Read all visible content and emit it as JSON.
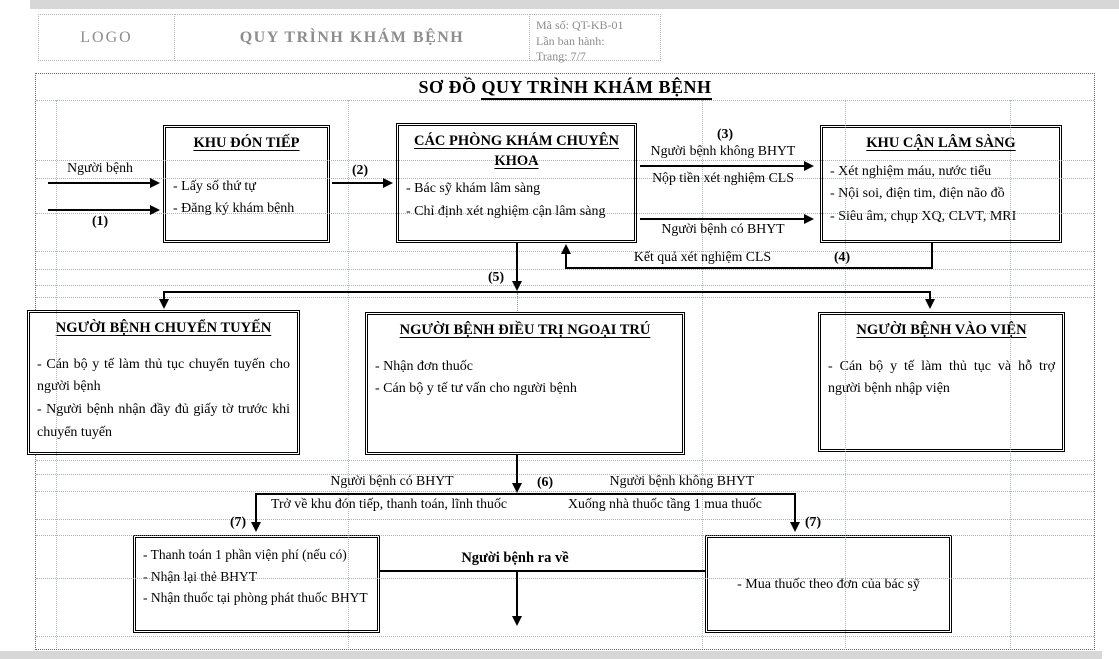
{
  "header": {
    "logo": "LOGO",
    "doc_title": "QUY TRÌNH KHÁM BỆNH",
    "code": "Mã số: QT-KB-01",
    "issue": "Lần ban hành:",
    "page": "Trang: 7/7"
  },
  "diagram": {
    "title": {
      "prefix": "SƠ ĐỒ ",
      "underlined": "QUY TRÌNH KHÁM BỆNH"
    },
    "boxes": {
      "reception": {
        "title": "KHU ĐÓN TIẾP",
        "items": [
          "- Lấy số thứ tự",
          "- Đăng ký khám bệnh"
        ]
      },
      "clinics": {
        "title": "CÁC PHÒNG KHÁM CHUYÊN KHOA",
        "items": [
          "- Bác sỹ khám lâm sàng",
          "- Chỉ định xét nghiệm cận lâm sàng"
        ]
      },
      "paraclinical": {
        "title": "KHU CẬN LÂM SÀNG",
        "items": [
          "- Xét nghiệm máu, nước tiểu",
          "- Nội soi, điện tim, điện não đồ",
          "- Siêu âm, chụp XQ, CLVT, MRI"
        ]
      },
      "transfer": {
        "title": "NGƯỜI BỆNH CHUYỂN TUYẾN",
        "items": [
          "- Cán bộ y tế làm thủ tục chuyển tuyến cho người bệnh",
          "- Người bệnh nhận đầy đủ giấy tờ trước khi chuyển tuyến"
        ]
      },
      "outpatient": {
        "title": "NGƯỜI BỆNH ĐIỀU TRỊ NGOẠI TRÚ",
        "items": [
          "- Nhận đơn thuốc",
          "- Cán bộ y tế tư vấn cho người bệnh"
        ]
      },
      "inpatient": {
        "title": "NGƯỜI BỆNH VÀO VIỆN",
        "items": [
          "- Cán bộ y tế làm thủ tục và hỗ trợ người bệnh nhập viện"
        ]
      },
      "bhyt_settlement": {
        "items": [
          "- Thanh toán 1 phần viện phí (nếu có)",
          "- Nhận lại thẻ BHYT",
          "- Nhận thuốc tại phòng phát thuốc BHYT"
        ]
      },
      "pharmacy": {
        "items": [
          "- Mua thuốc theo đơn của bác sỹ"
        ]
      }
    },
    "labels": {
      "patient": "Người bệnh",
      "step1": "(1)",
      "step2": "(2)",
      "step3": "(3)",
      "step4": "(4)",
      "step5": "(5)",
      "step6": "(6)",
      "step7_left": "(7)",
      "step7_right": "(7)",
      "no_bhyt_top": "Người bệnh không BHYT",
      "pay_cls": "Nộp tiền xét nghiệm CLS",
      "has_bhyt_top": "Người bệnh có BHYT",
      "cls_result": "Kết quả xét nghiệm CLS",
      "has_bhyt_bottom": "Người bệnh có BHYT",
      "no_bhyt_bottom": "Người bệnh không BHYT",
      "return_reception": "Trở về khu đón tiếp, thanh toán, lĩnh thuốc",
      "go_pharmacy": "Xuống nhà thuốc tầng 1 mua thuốc",
      "go_home": "Người bệnh ra về"
    }
  },
  "colors": {
    "line": "#000000",
    "grid": "#9aa2ae",
    "header_text": "#8d8d8d",
    "band": "#d7d7d7"
  }
}
